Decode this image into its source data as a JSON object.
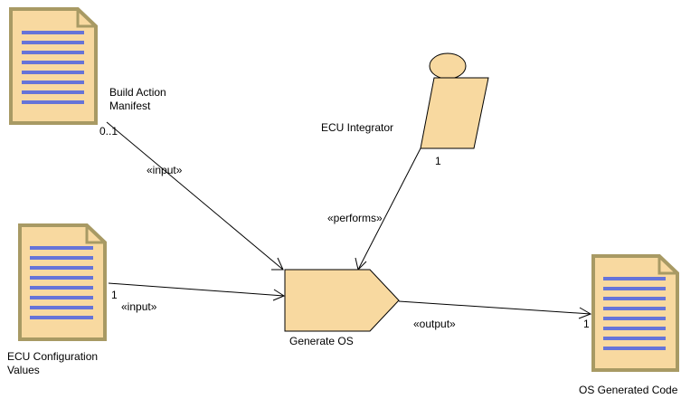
{
  "colors": {
    "fill": "#f8d9a0",
    "border": "#a89a64",
    "doc_lines": "#6674d8",
    "stroke": "#000000"
  },
  "nodes": {
    "manifest": {
      "label_line1": "Build Action",
      "label_line2": "Manifest",
      "icon": "document-icon"
    },
    "config": {
      "label_line1": "ECU Configuration",
      "label_line2": "Values",
      "icon": "document-icon"
    },
    "integrator": {
      "label": "ECU Integrator",
      "icon": "role-icon"
    },
    "task": {
      "label": "Generate OS",
      "icon": "task-icon"
    },
    "os_code": {
      "label": "OS Generated Code",
      "icon": "document-icon"
    }
  },
  "edges": {
    "manifest_input": {
      "stereotype": "«input»",
      "multiplicity": "0..1"
    },
    "config_input": {
      "stereotype": "«input»",
      "multiplicity": "1"
    },
    "performs": {
      "stereotype": "«performs»",
      "multiplicity": "1"
    },
    "output": {
      "stereotype": "«output»",
      "multiplicity": "1"
    }
  }
}
